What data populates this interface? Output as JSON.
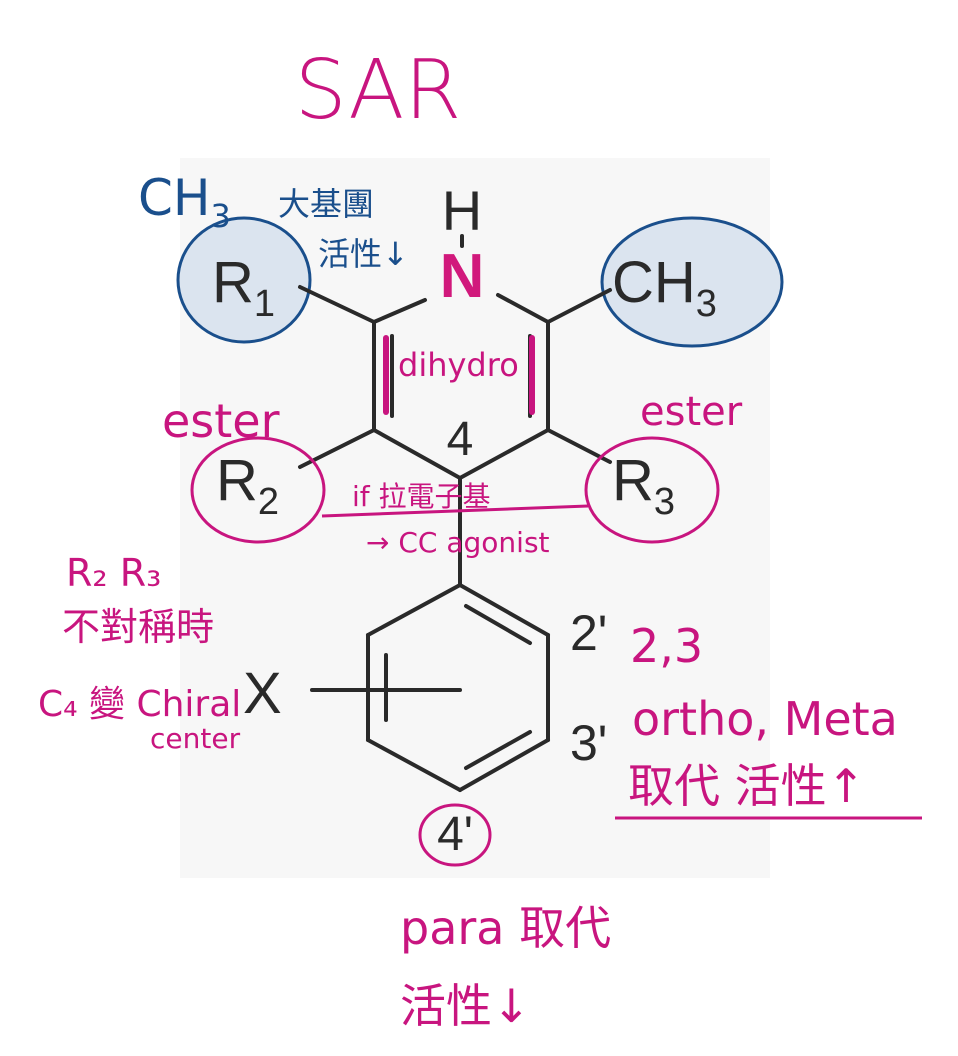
{
  "colors": {
    "ink_pink": "#c8157f",
    "ink_blue": "#1a4f8c",
    "nitrogen": "#d1197c",
    "highlight_fill": "#dbe4ef",
    "structure_ink": "#2a2a2a",
    "background": "#ffffff"
  },
  "title": "SAR",
  "structure": {
    "h_atom": "H",
    "n_atom": "N",
    "r1": {
      "base": "R",
      "sub": "1"
    },
    "methyl": {
      "base": "CH",
      "sub": "3"
    },
    "r2": {
      "base": "R",
      "sub": "2"
    },
    "r3": {
      "base": "R",
      "sub": "3"
    },
    "position_4": "4",
    "pos_2p": "2'",
    "pos_3p": "3'",
    "pos_4p": "4'",
    "x_sub": "X"
  },
  "annotations": {
    "ch3_r1": {
      "base": "CH",
      "sub": "3"
    },
    "bulky_group": "大基團",
    "activity_down_1": "活性↓",
    "dihydro": "dihydro",
    "ester_left": "ester",
    "ester_right": "ester",
    "if_ewg": "if 拉電子基",
    "cc_agonist": "→ CC agonist",
    "r2r3_line1": "R₂ R₃",
    "r2r3_line2": "不對稱時",
    "chiral_line1": "C₄ 變 Chiral",
    "chiral_line2": "center",
    "pos_23": "2,3",
    "ortho_meta": "ortho, Meta",
    "ortho_meta_activity": "取代 活性↑",
    "para_sub": "para 取代",
    "para_activity": "活性↓"
  }
}
